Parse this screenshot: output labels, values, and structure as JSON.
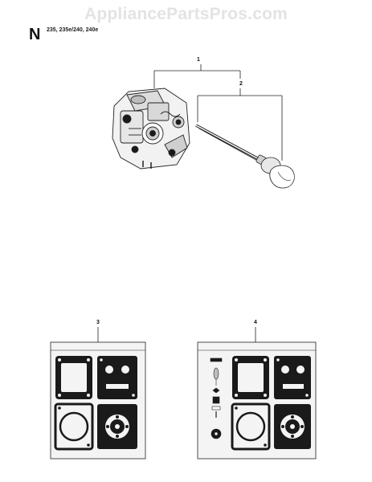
{
  "watermark": "AppliancePartsPros.com",
  "section": {
    "letter": "N",
    "models": "235, 235e/240, 240e"
  },
  "callouts": [
    "1",
    "2",
    "3",
    "4"
  ],
  "colors": {
    "line": "#222222",
    "part_fill": "#f2f2f2",
    "bag_fill": "#f4f4f4",
    "dark": "#1a1a1a"
  }
}
